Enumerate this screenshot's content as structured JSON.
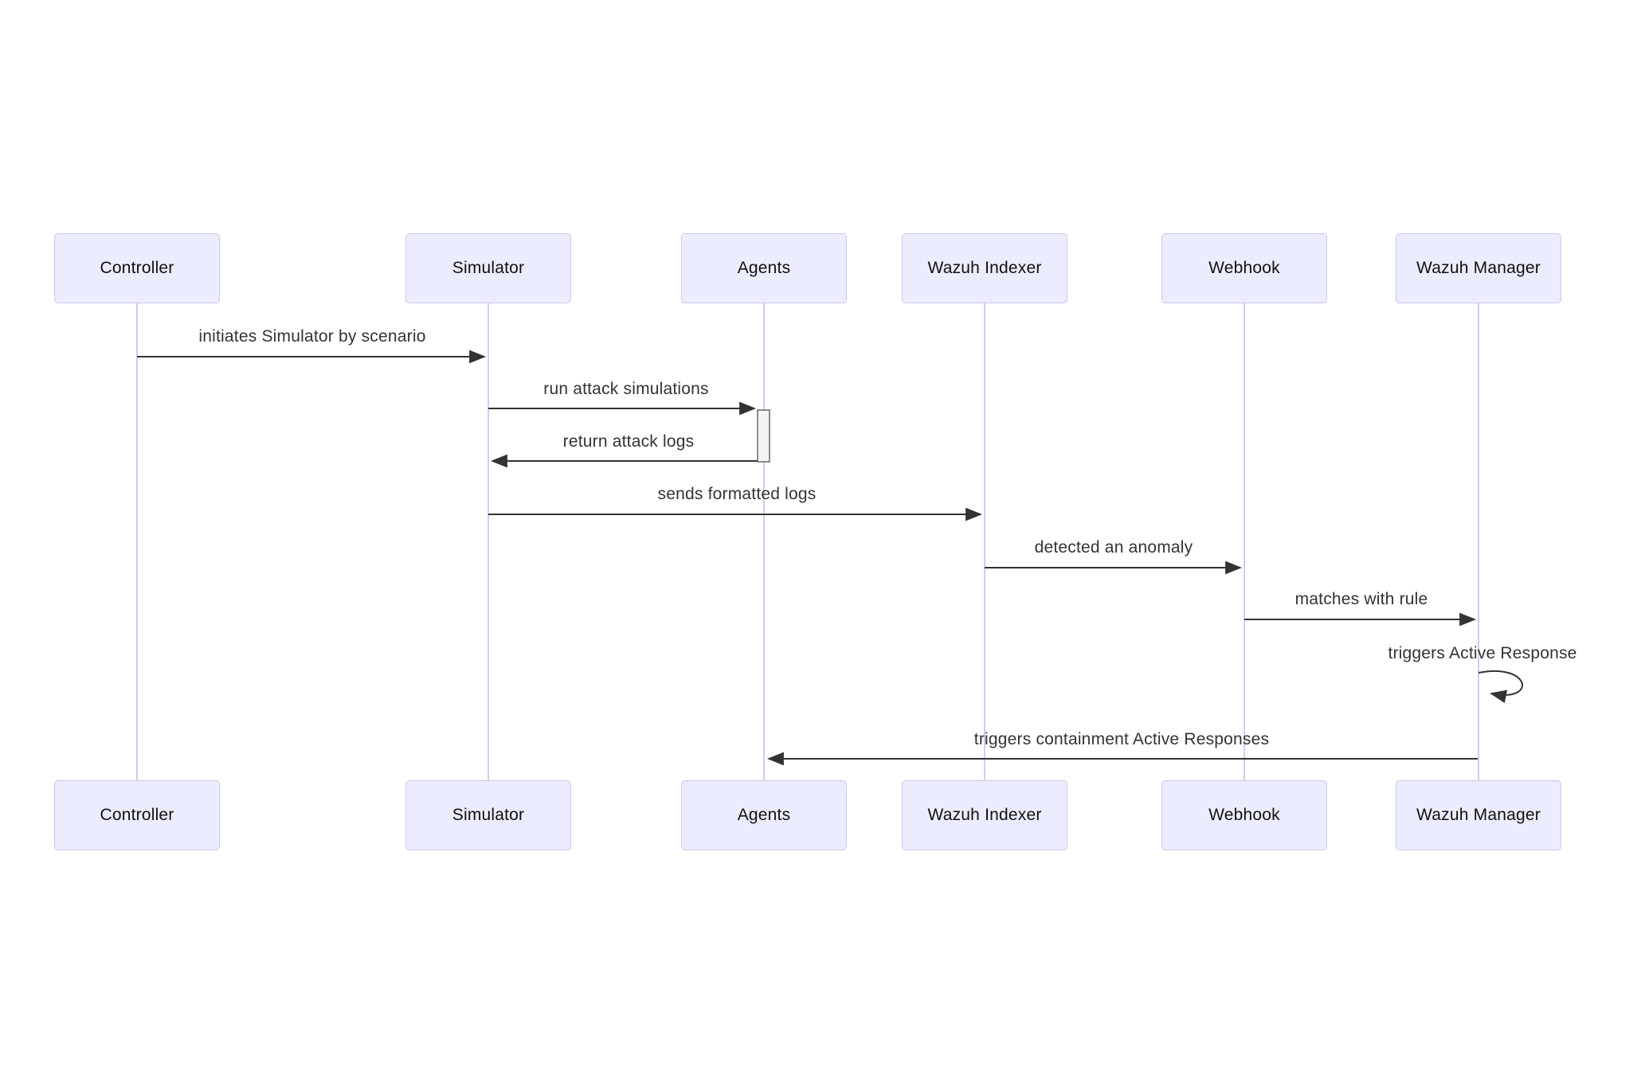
{
  "diagram": {
    "type": "sequence",
    "participants": [
      {
        "name": "Controller"
      },
      {
        "name": "Simulator"
      },
      {
        "name": "Agents"
      },
      {
        "name": "Wazuh Indexer"
      },
      {
        "name": "Webhook"
      },
      {
        "name": "Wazuh Manager"
      }
    ],
    "messages": [
      {
        "from": "Controller",
        "to": "Simulator",
        "label": "initiates Simulator by scenario",
        "type": "solid_arrow"
      },
      {
        "from": "Simulator",
        "to": "Agents",
        "label": "run attack simulations",
        "type": "solid_arrow",
        "activates": "Agents"
      },
      {
        "from": "Agents",
        "to": "Simulator",
        "label": "return attack logs",
        "type": "solid_arrow",
        "deactivates": "Agents"
      },
      {
        "from": "Simulator",
        "to": "Wazuh Indexer",
        "label": "sends formatted logs",
        "type": "solid_arrow"
      },
      {
        "from": "Wazuh Indexer",
        "to": "Webhook",
        "label": "detected an anomaly",
        "type": "solid_arrow"
      },
      {
        "from": "Webhook",
        "to": "Wazuh Manager",
        "label": "matches with rule",
        "type": "solid_arrow"
      },
      {
        "from": "Wazuh Manager",
        "to": "Wazuh Manager",
        "label": "triggers Active Response",
        "type": "self_arrow"
      },
      {
        "from": "Wazuh Manager",
        "to": "Agents",
        "label": "triggers containment Active Responses",
        "type": "solid_arrow"
      }
    ],
    "colors": {
      "actor_fill": "#ECECFF",
      "actor_border": "#cfc5ee",
      "lifeline": "#d4cbf0",
      "arrow": "#333333",
      "message_text": "#333333",
      "actor_text": "#111111",
      "activation_fill": "#f4f4f4",
      "activation_border": "#666666",
      "background": "#ffffff"
    }
  }
}
